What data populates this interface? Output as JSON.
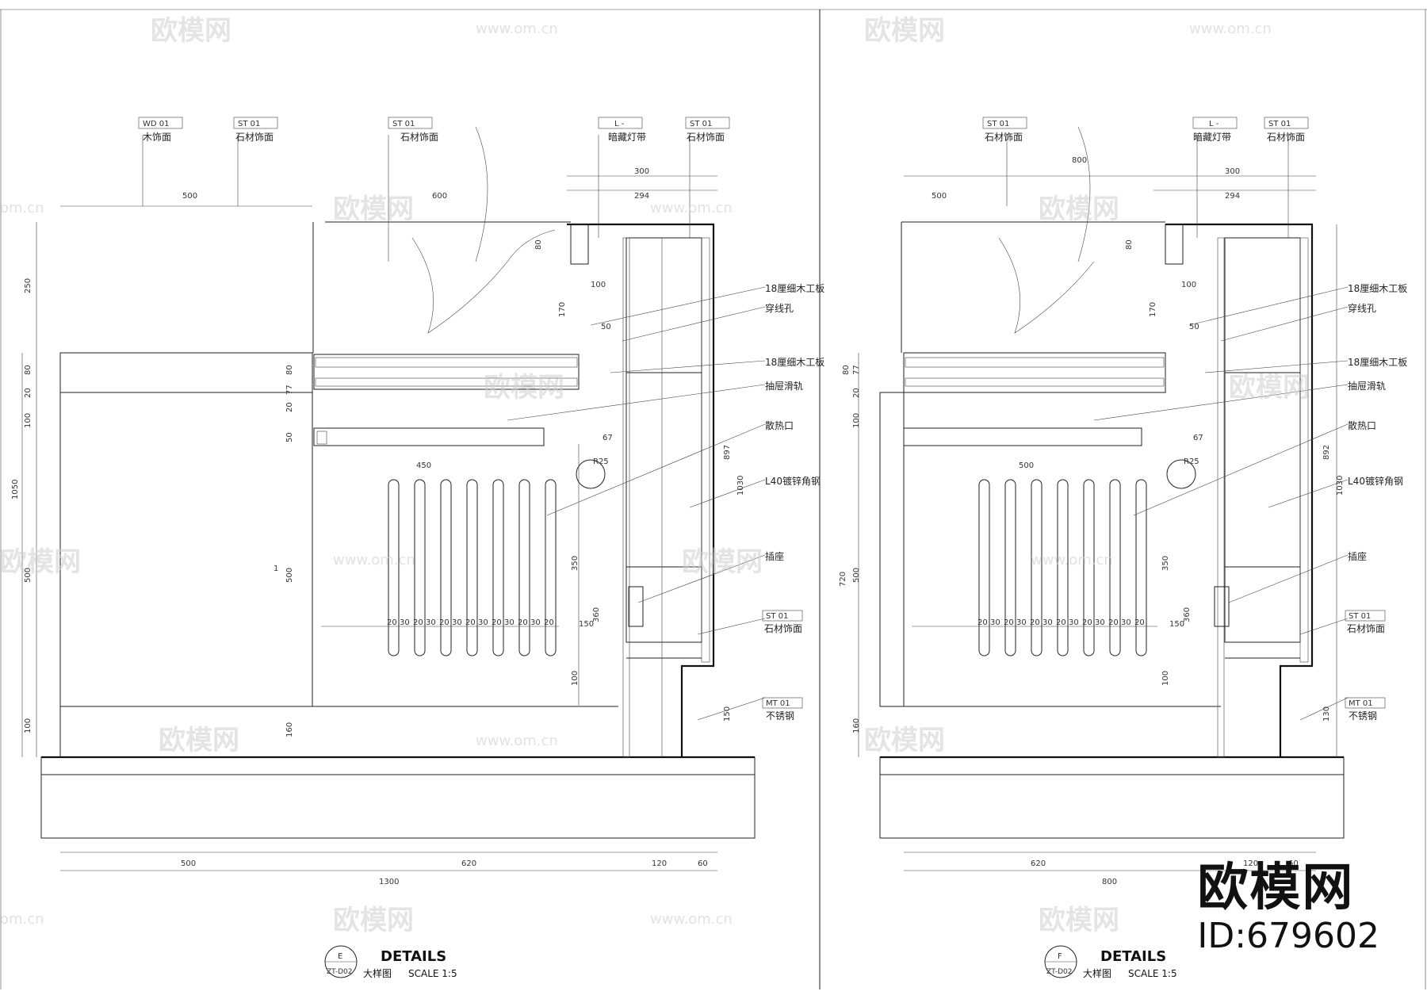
{
  "watermark": {
    "brand": "欧模网",
    "url": "www.om.cn",
    "url_short": "om.cn"
  },
  "brand_badge": {
    "name": "欧模网",
    "id": "ID:679602"
  },
  "left": {
    "tags": [
      {
        "code": "WD 01",
        "name": "木饰面"
      },
      {
        "code": "ST 01",
        "name": "石材饰面"
      },
      {
        "code": "ST 01",
        "name": "石材饰面"
      },
      {
        "code": "L -",
        "name": "暗藏灯带"
      },
      {
        "code": "ST 01",
        "name": "石材饰面"
      }
    ],
    "callouts": [
      "18厘细木工板",
      "穿线孔",
      "18厘细木工板",
      "抽屉滑轨",
      "散热口",
      "L40镀锌角钢",
      "插座"
    ],
    "tag_stone_bottom": {
      "code": "ST 01",
      "name": "石材饰面"
    },
    "tag_steel": {
      "code": "MT 01",
      "name": "不锈钢"
    },
    "dims_top": [
      "300",
      "294",
      "500",
      "600"
    ],
    "dims_left": [
      "250",
      "80",
      "20",
      "100",
      "1050",
      "500",
      "100"
    ],
    "dims_inner": [
      "80",
      "77",
      "20",
      "50",
      "450",
      "67",
      "R25",
      "350",
      "360",
      "150",
      "100",
      "160",
      "50",
      "100",
      "170",
      "80",
      "897",
      "1030",
      "150",
      "500"
    ],
    "slot_dims": [
      "20",
      "30",
      "20",
      "30",
      "20",
      "30",
      "20",
      "30",
      "20",
      "30",
      "20",
      "30",
      "20"
    ],
    "dims_bottom": [
      "500",
      "620",
      "120",
      "60"
    ],
    "dim_total": "1300",
    "marker": {
      "letter": "E",
      "sheet": "ZT-D02"
    },
    "title": "DETAILS",
    "subtitle": "大样图",
    "scale": "SCALE  1:5",
    "circle_label": "1"
  },
  "right": {
    "tags": [
      {
        "code": "ST 01",
        "name": "石材饰面"
      },
      {
        "code": "L -",
        "name": "暗藏灯带"
      },
      {
        "code": "ST 01",
        "name": "石材饰面"
      }
    ],
    "callouts": [
      "18厘细木工板",
      "穿线孔",
      "18厘细木工板",
      "抽屉滑轨",
      "散热口",
      "L40镀锌角钢",
      "插座"
    ],
    "tag_stone_bottom": {
      "code": "ST 01",
      "name": "石材饰面"
    },
    "tag_steel": {
      "code": "MT 01",
      "name": "不锈钢"
    },
    "dims_top": [
      "800",
      "300",
      "294",
      "500"
    ],
    "dims_left": [
      "80",
      "77",
      "20",
      "100",
      "720",
      "500",
      "160"
    ],
    "dims_inner": [
      "500",
      "67",
      "R25",
      "350",
      "360",
      "150",
      "100",
      "50",
      "100",
      "170",
      "80",
      "892",
      "1030",
      "130"
    ],
    "slot_dims": [
      "20",
      "30",
      "20",
      "30",
      "20",
      "30",
      "20",
      "30",
      "20",
      "30",
      "20",
      "30",
      "20"
    ],
    "dims_bottom": [
      "620",
      "120",
      "60"
    ],
    "dim_total": "800",
    "marker": {
      "letter": "F",
      "sheet": "ZT-D02"
    },
    "title": "DETAILS",
    "subtitle": "大样图",
    "scale": "SCALE  1:5"
  }
}
